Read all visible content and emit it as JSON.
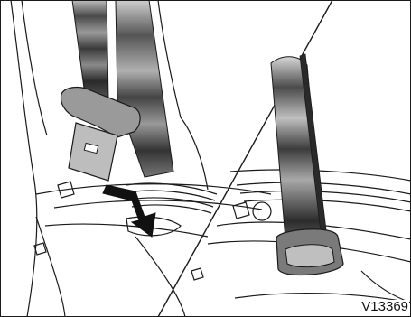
{
  "figure": {
    "reference_code": "V13369",
    "panels": [
      "belt-stowed-in-slot",
      "belt-removed-from-slot"
    ],
    "colors": {
      "line": "#1a1a1a",
      "background": "#ffffff",
      "belt_dark": "#2a2a2a",
      "belt_light": "#cfcfcf",
      "buckle": "#8a8a8a"
    }
  }
}
